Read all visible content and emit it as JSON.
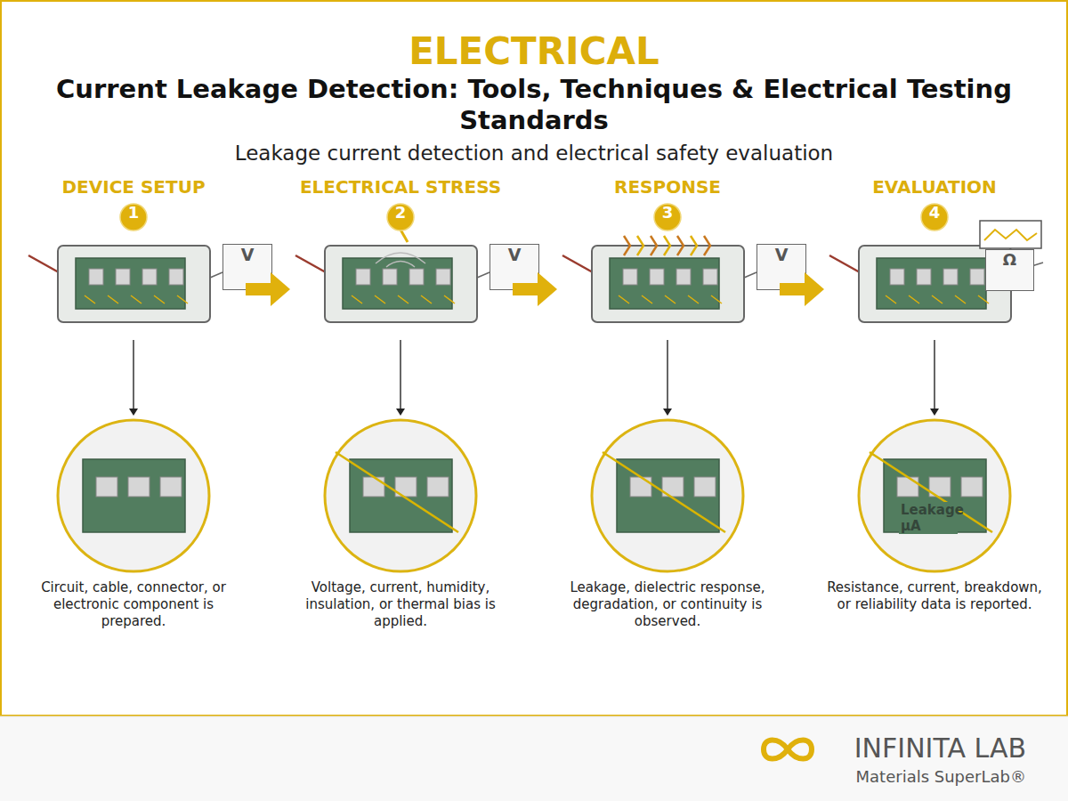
{
  "diagram": {
    "title": "Current Leakage Detection: Tools, Techniques & Electrical Testing Standards",
    "nodes": [
      {
        "text": [
          "DEVICE SETUP",
          "1"
        ]
      },
      {
        "text": [
          "V"
        ]
      },
      {
        "text": [
          "Circuit, cable, connector, or electronic component is prepared."
        ]
      },
      {
        "text": [
          "ELECTRICAL STRESS",
          "2"
        ]
      },
      {
        "text": [
          "V"
        ]
      },
      {
        "text": [
          "Voltage, current, humidity, insulation, or thermal bias is applied."
        ]
      },
      {
        "text": [
          "RESPONSE",
          "3"
        ]
      },
      {
        "text": [
          "V"
        ]
      },
      {
        "text": [
          "Leakage, dielectric response, degradation, or continuity is observed."
        ]
      },
      {
        "text": [
          "EVALUATION",
          "4"
        ]
      },
      {
        "text": [
          "Ω"
        ]
      },
      {
        "text": [
          "Leakage μA",
          "Resistance, current, breakdown, or reliability data is reported."
        ]
      }
    ],
    "labels": [
      "ELECTRICAL",
      "Leakage current detection and electrical safety evaluation",
      "INFINITA LAB",
      "Materials SuperLab®"
    ]
  }
}
